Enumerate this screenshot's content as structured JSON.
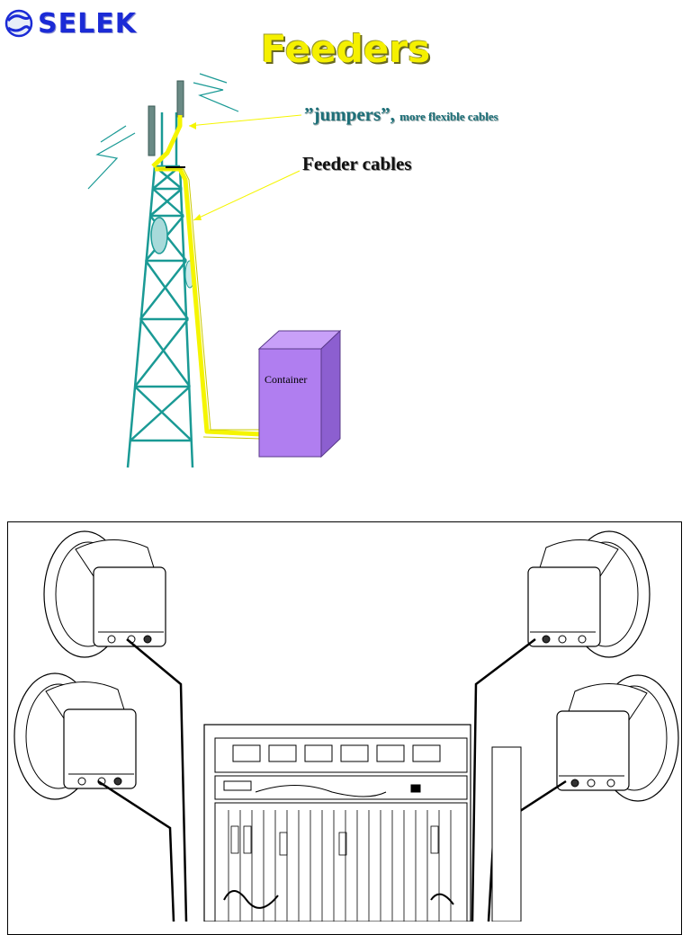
{
  "header": {
    "logo_text": "SELEK",
    "title": "Feeders"
  },
  "diagram": {
    "jumpers_label": "”jumpers”,",
    "jumpers_note": "more flexible cables",
    "feeder_label": "Feeder cables",
    "container_label": "Container"
  },
  "colors": {
    "tower": "#1a9a95",
    "feeder": "#f5f500",
    "container_front": "#b07ef0",
    "container_side": "#8c5fd0",
    "title": "#f5f000",
    "logo": "#1b2bd6"
  }
}
